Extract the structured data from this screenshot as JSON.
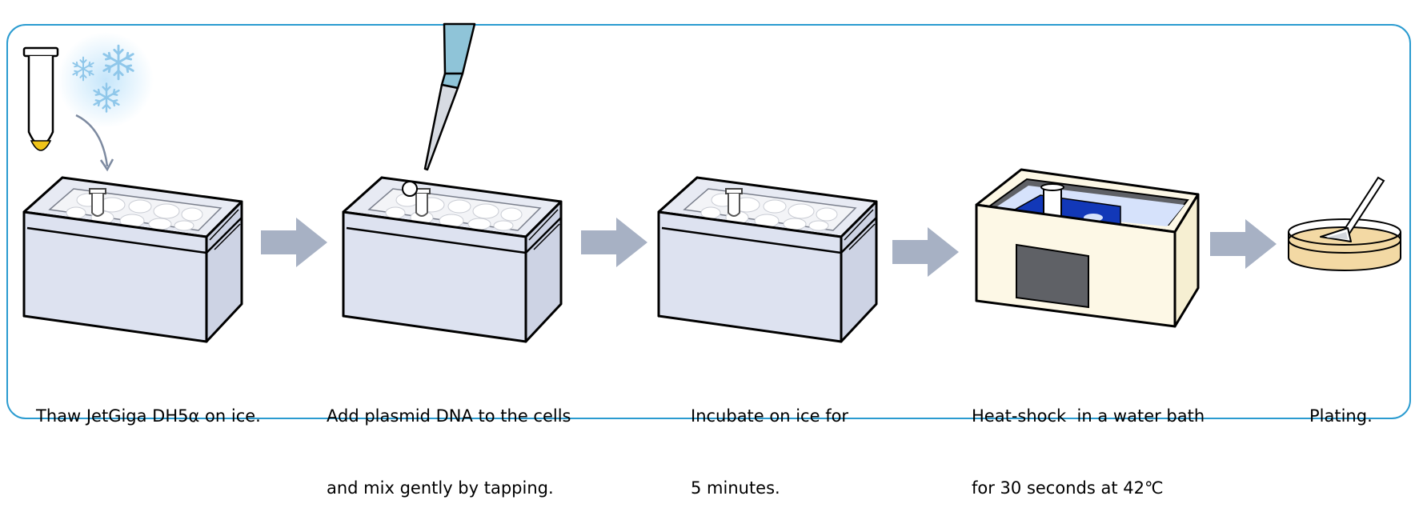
{
  "steps": [
    {
      "line1": "Thaw JetGiga DH5α on ice.",
      "line2": ""
    },
    {
      "line1": "Add plasmid DNA to the cells",
      "line2": "and mix gently by tapping."
    },
    {
      "line1": "Incubate on ice for",
      "line2": "5 minutes."
    },
    {
      "line1": "Heat-shock  in a water bath",
      "line2": "for 30 seconds at 42℃"
    },
    {
      "line1": "Plating.",
      "line2": ""
    }
  ],
  "colors": {
    "frame": "#2a9bd0",
    "arrow": "#a7b1c4",
    "ice_box": "#dde2f0",
    "ice": "#f3f4f7",
    "water_bath_body": "#fdf8e6",
    "water": "#d6e2fb",
    "rack": "#1238b8",
    "pipette": "#8fc4d8",
    "cell_pellet": "#f0c419",
    "agar": "#f3d9a4"
  }
}
